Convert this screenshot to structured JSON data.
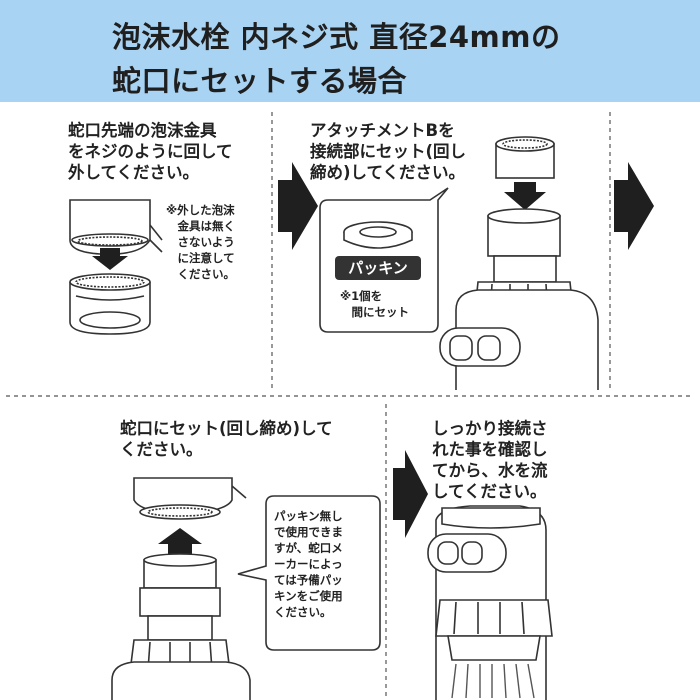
{
  "header": {
    "line1": "泡沫水栓 内ネジ式 直径24mmの",
    "line2": "蛇口にセットする場合"
  },
  "steps": [
    {
      "text": "蛇口先端の泡沫金具\nをネジのように回して\n外してください。",
      "note": "※外した泡沫\n　金具は無く\n　さないよう\n　に注意して\n　ください。"
    },
    {
      "text": "アタッチメントBを\n接続部にセット(回し\n締め)してください。",
      "packing_label": "パッキン",
      "packing_note": "※1個を\n　間にセット"
    },
    {
      "text": "蛇口にセット(回し締め)して\nください。",
      "bubble": "パッキン無し\nで使用できま\nすが、蛇口メ\nーカーによっ\nては予備パッ\nキンをご使用\nください。"
    },
    {
      "text": "しっかり接続さ\nれた事を確認し\nてから、水を流\nしてください。"
    }
  ],
  "colors": {
    "header_bg": "#a9d3f2",
    "line": "#333333",
    "arrow": "#1f1f1f"
  }
}
